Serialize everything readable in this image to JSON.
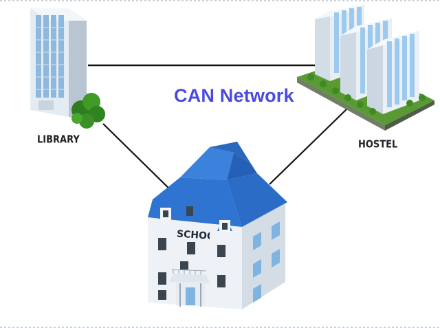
{
  "diagram": {
    "title": "CAN Network",
    "nodes": {
      "library": "LIBRARY",
      "hostel": "HOSTEL",
      "school": "SCHOOL"
    },
    "links": [
      [
        "library",
        "hostel"
      ],
      [
        "library",
        "school"
      ],
      [
        "hostel",
        "school"
      ]
    ]
  },
  "colors": {
    "title": "#4a4ae0",
    "roof": "#2f74d0",
    "glass": "#9cc9ee",
    "grass": "#4f9a2e",
    "link": "#111111"
  }
}
